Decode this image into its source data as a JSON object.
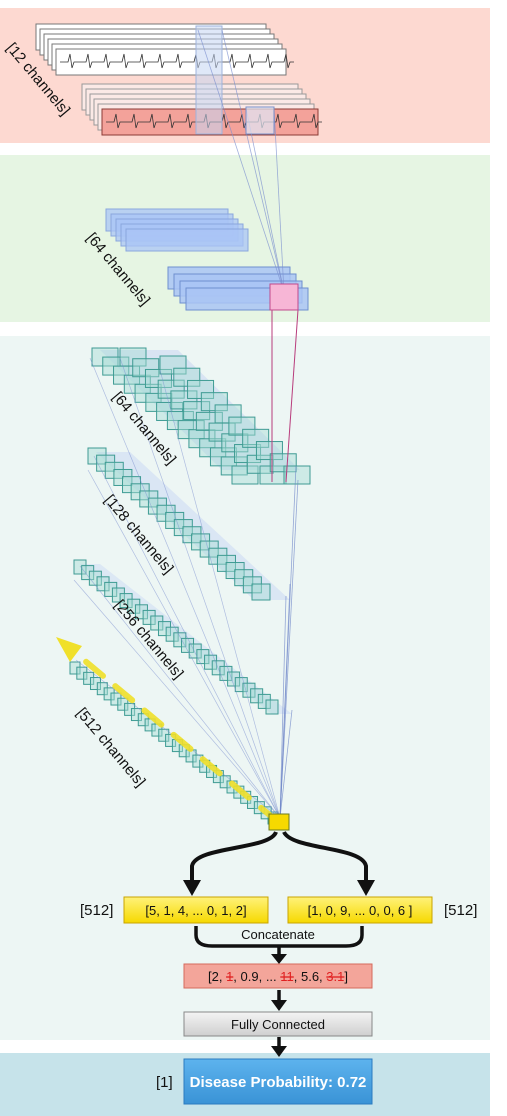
{
  "labels": {
    "input_channels": "[12 channels]",
    "conv1_channels": "[64 channels]",
    "block1_channels": "[64 channels]",
    "block2_channels": "[128 channels]",
    "block3_channels": "[256 channels]",
    "block4_channels": "[512 channels]"
  },
  "vectors": {
    "left_size": "[512]",
    "left_values": "[5, 1, 4, ... 0, 1, 2]",
    "right_values": "[1, 0, 9, ... 0, 0, 6 ]",
    "right_size": "[512]",
    "concatenate": "Concatenate",
    "concat_parts": [
      "[2, ",
      "1",
      ", 0.9, ... ",
      "11",
      ", 5.6, ",
      "3.1",
      "]"
    ]
  },
  "fully_connected": "Fully Connected",
  "output": {
    "size": "[1]",
    "text": "Disease Probability: 0.72"
  },
  "colors": {
    "input_band": "#fdd9d1",
    "conv_band": "#e6f5e3",
    "resnet_band": "#edf6f4",
    "output_band": "#c6e3ea",
    "vector_fill": "#fde833",
    "output_box": "#4aa5e6"
  }
}
